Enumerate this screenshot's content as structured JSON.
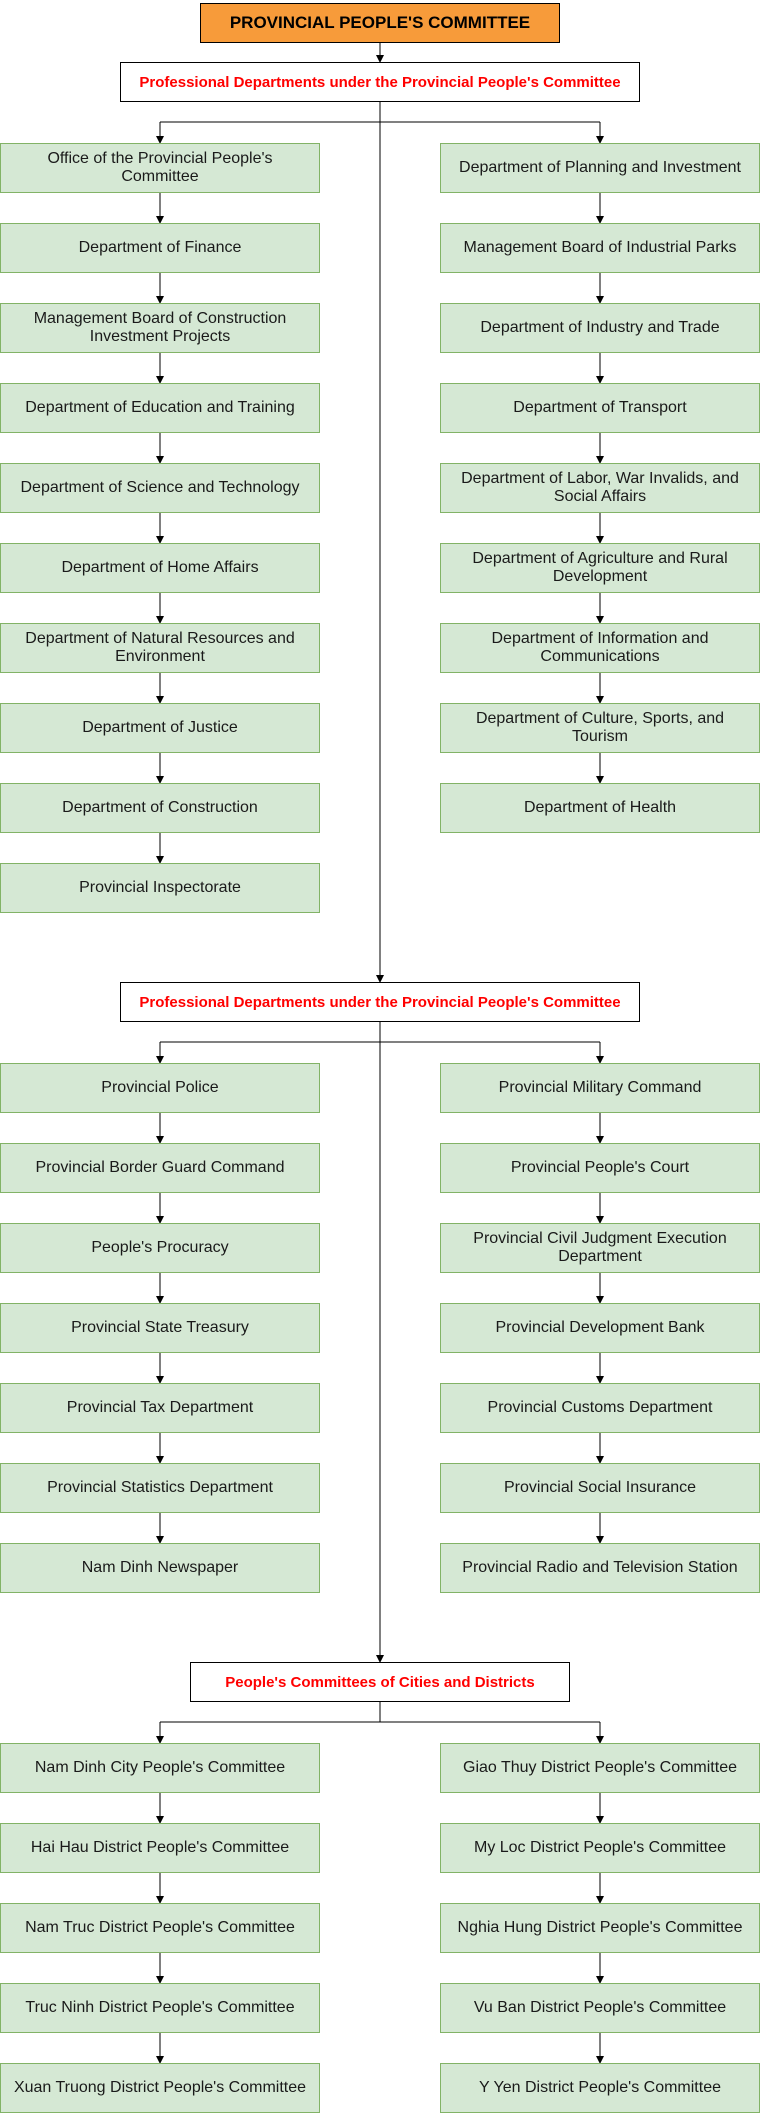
{
  "top": {
    "label": "PROVINCIAL PEOPLE'S COMMITTEE"
  },
  "sections": [
    {
      "header": "Professional Departments under the Provincial People's Committee",
      "left": [
        "Office of the Provincial People's Committee",
        "Department of Finance",
        "Management Board of Construction Investment Projects",
        "Department of Education and Training",
        "Department of Science and Technology",
        "Department of Home Affairs",
        "Department of Natural Resources and Environment",
        "Department of Justice",
        "Department of Construction",
        "Provincial Inspectorate"
      ],
      "right": [
        "Department of Planning and Investment",
        "Management Board of Industrial Parks",
        "Department of Industry and Trade",
        "Department of Transport",
        "Department of Labor, War Invalids, and Social Affairs",
        "Department of Agriculture and Rural Development",
        "Department of Information and Communications",
        "Department of Culture, Sports, and Tourism",
        "Department of Health"
      ]
    },
    {
      "header": "Professional Departments under the Provincial People's Committee",
      "left": [
        "Provincial Police",
        "Provincial Border Guard Command",
        "People's Procuracy",
        "Provincial State Treasury",
        "Provincial Tax Department",
        "Provincial Statistics Department",
        "Nam Dinh Newspaper"
      ],
      "right": [
        "Provincial Military Command",
        "Provincial People's Court",
        "Provincial Civil Judgment Execution Department",
        "Provincial Development Bank",
        "Provincial Customs Department",
        "Provincial Social Insurance",
        "Provincial Radio and Television Station"
      ]
    },
    {
      "header": "People's Committees of Cities and Districts",
      "left": [
        "Nam Dinh City People's Committee",
        "Hai Hau District People's Committee",
        "Nam Truc District People's Committee",
        "Truc Ninh District People's Committee",
        "Xuan Truong District People's Committee"
      ],
      "right": [
        "Giao Thuy District People's Committee",
        "My Loc District People's Committee",
        "Nghia Hung District People's Committee",
        "Vu Ban District People's Committee",
        "Y Yen District People's Committee"
      ]
    }
  ]
}
